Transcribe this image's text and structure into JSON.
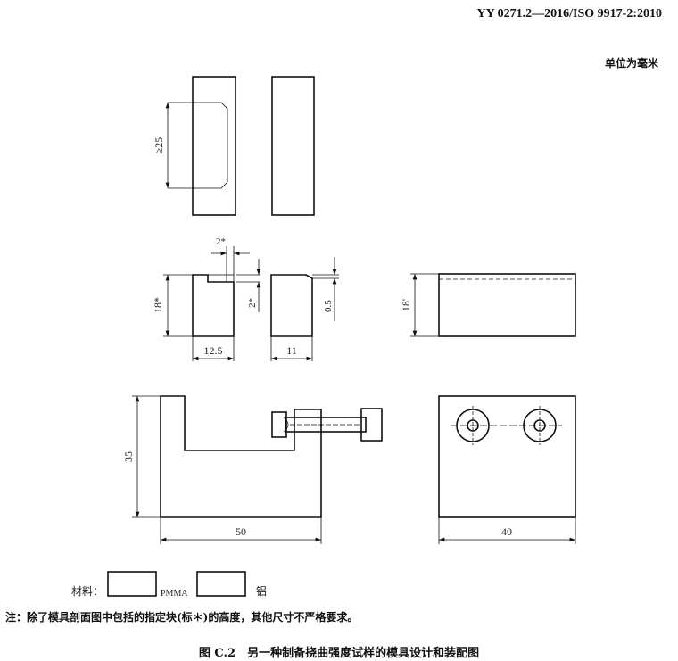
{
  "header": {
    "standard": "YY 0271.2—2016/ISO 9917-2:2010",
    "unit": "单位为毫米"
  },
  "dimensions": {
    "min_length": "≥25",
    "notch_width": "2*",
    "notch_depth": "2*",
    "height_left": "18*",
    "height_right": "18'",
    "width_left": "12.5",
    "width_mid": "11",
    "offset": "0.5",
    "mold_height": "35",
    "mold_width": "50",
    "plate_width": "40"
  },
  "legend": {
    "label": "材料：",
    "pmma": "PMMA",
    "aluminium": "铝"
  },
  "note": "注：除了模具剖面图中包括的指定块(标＊)的高度，其他尺寸不严格要求。",
  "caption": "图 C.2　另一种制备挠曲强度试样的模具设计和装配图"
}
